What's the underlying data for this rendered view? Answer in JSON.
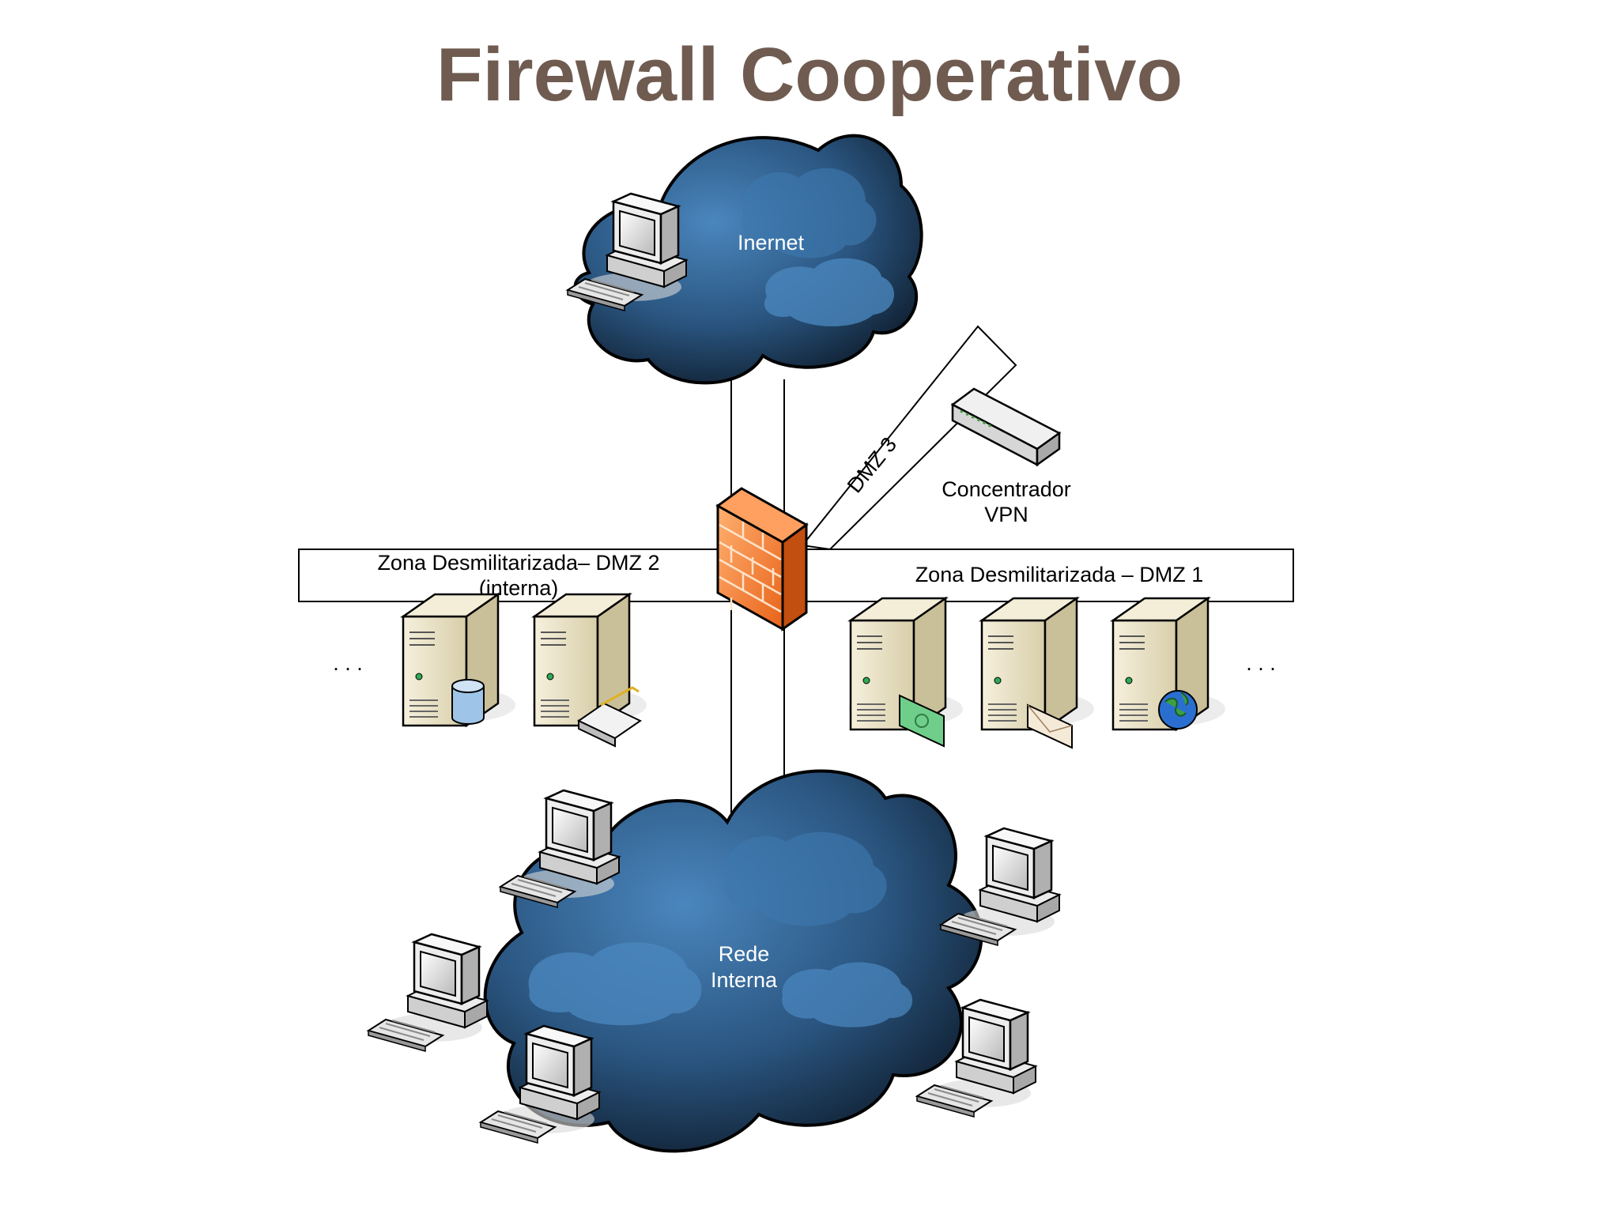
{
  "title": "Firewall Cooperativo",
  "labels": {
    "internet": "Inernet",
    "dmz3": "DMZ 3",
    "vpn_line1": "Concentrador",
    "vpn_line2": "VPN",
    "dmz2_line1": "Zona Desmilitarizada– DMZ 2",
    "dmz2_line2": "(interna)",
    "dmz1": "Zona Desmilitarizada – DMZ 1",
    "ellipsis": ". . .",
    "internal_line1": "Rede",
    "internal_line2": "Interna"
  },
  "colors": {
    "title": "#6f5b50",
    "cloud_light": "#4a86bd",
    "cloud_dark": "#0c1826",
    "firewall": "#f07a2c",
    "server": "#e8dfc2"
  },
  "icons": {
    "internet_cloud": "cloud-icon",
    "firewall": "firewall-icon",
    "vpn": "vpn-concentrator-icon",
    "server": "server-icon",
    "workstation": "workstation-icon",
    "database": "database-icon",
    "printer": "printer-icon",
    "money": "money-icon",
    "mail": "mail-icon",
    "globe": "globe-icon"
  }
}
